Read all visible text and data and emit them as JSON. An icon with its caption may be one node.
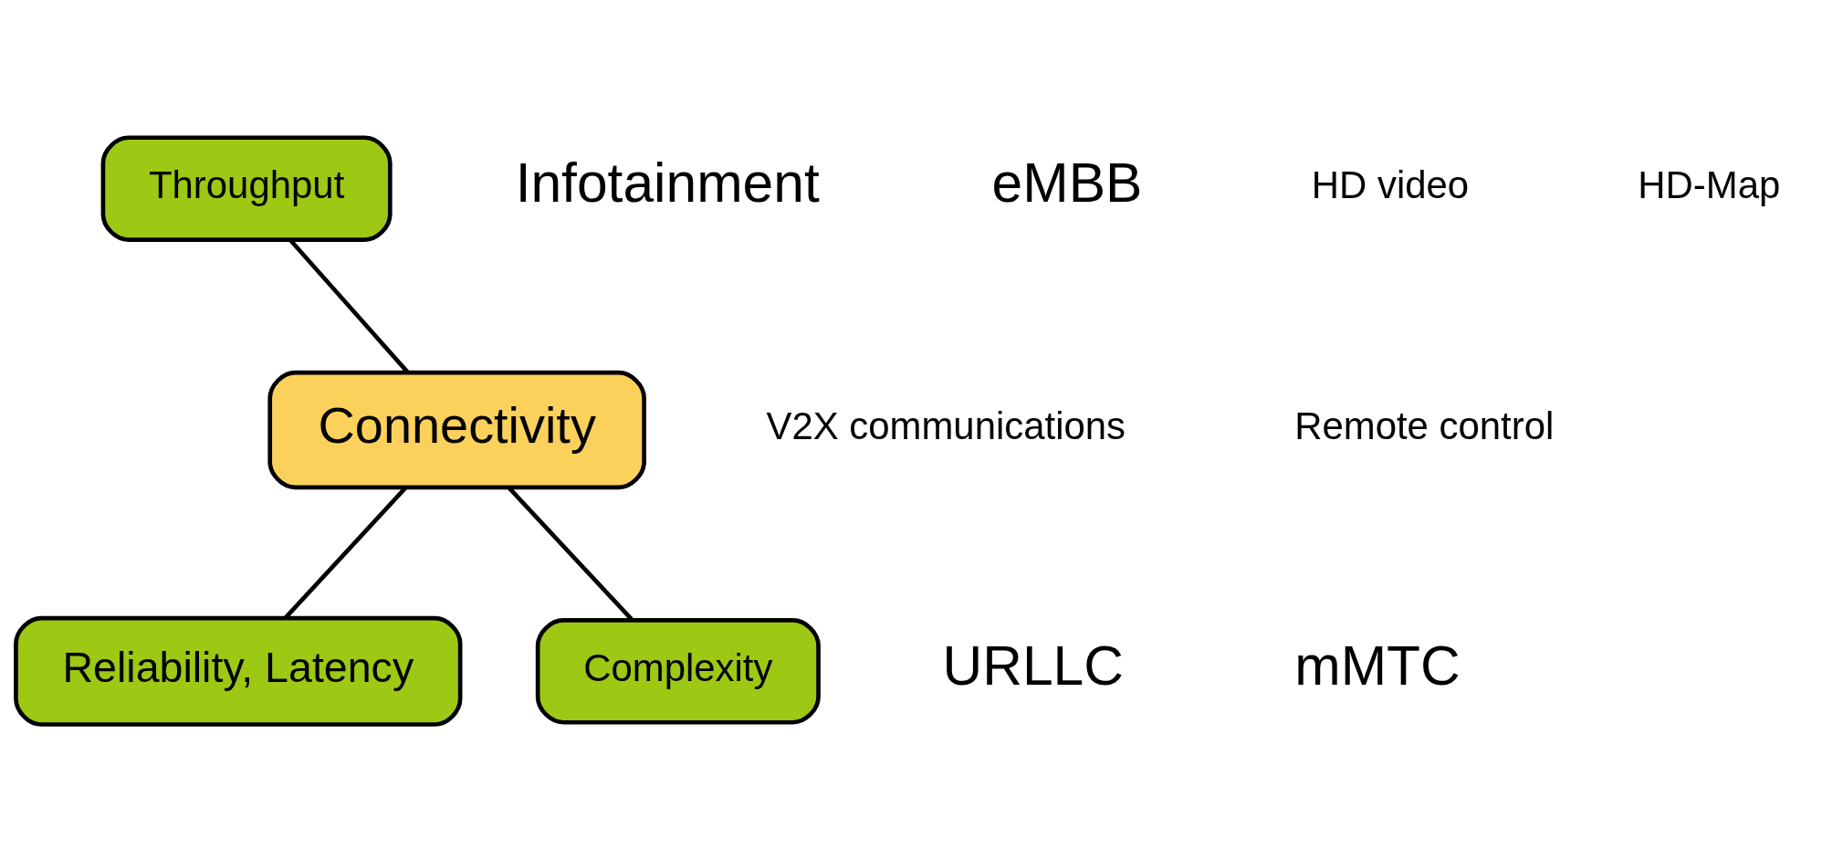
{
  "diagram": {
    "nodes": [
      {
        "text": [
          "Throughput"
        ]
      },
      {
        "text": [
          "Connectivity"
        ]
      },
      {
        "text": [
          "Reliability, Latency"
        ]
      },
      {
        "text": [
          "Complexity"
        ]
      }
    ],
    "edges": [
      {
        "from": 0,
        "to": 1,
        "arrow": "none"
      },
      {
        "from": 1,
        "to": 2,
        "arrow": "none"
      },
      {
        "from": 1,
        "to": 3,
        "arrow": "none"
      }
    ],
    "labels": [
      "Infotainment",
      "eMBB",
      "HD video",
      "HD-Map",
      "V2X communications",
      "Remote control",
      "URLLC",
      "mMTC"
    ]
  }
}
